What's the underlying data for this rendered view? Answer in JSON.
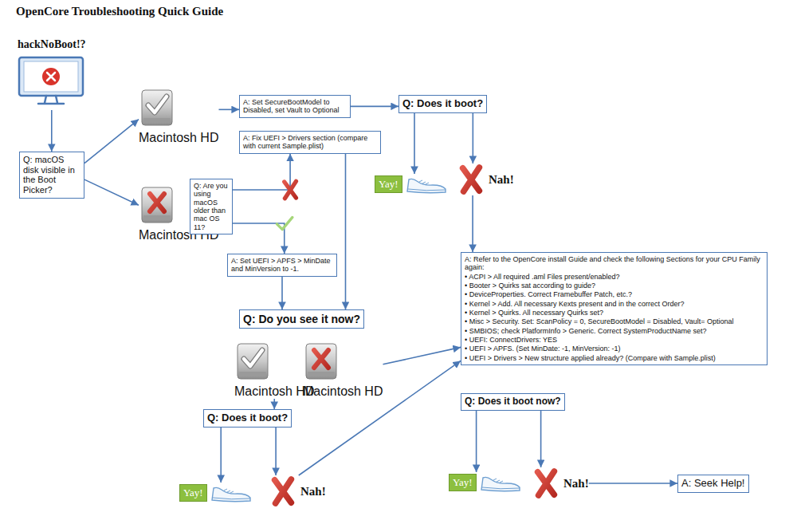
{
  "diagram": {
    "title": "OpenCore Troubleshooting Quick Guide",
    "nodes": [
      {
        "text": [
          "hackNoBoot!?"
        ]
      },
      {
        "text": [
          "Q: macOS disk visible in the Boot Picker?"
        ]
      },
      {
        "text": [
          "Macintosh HD"
        ]
      },
      {
        "text": [
          "Macintosh HD"
        ]
      },
      {
        "text": [
          "A: Set SecureBootModel to Disabled, set Vault to Optional"
        ]
      },
      {
        "text": [
          "A: Fix UEFI > Drivers section (compare with current Sample.plist)"
        ]
      },
      {
        "text": [
          "Q: Are you using macOS older than mac OS 11?"
        ]
      },
      {
        "text": [
          "A: Set UEFI > APFS > MinDate and MinVersion to -1."
        ]
      },
      {
        "text": [
          "Q: Do you see it now?"
        ]
      },
      {
        "text": [
          "Macintosh HD"
        ]
      },
      {
        "text": [
          "Macintosh HD"
        ]
      },
      {
        "text": [
          "Q: Does it boot?"
        ]
      },
      {
        "text": [
          "Yay!"
        ]
      },
      {
        "text": [
          "Nah!"
        ]
      },
      {
        "text": [
          "Q: Does it boot?"
        ]
      },
      {
        "text": [
          "Yay!"
        ]
      },
      {
        "text": [
          "Nah!"
        ]
      },
      {
        "text": [
          "A: Refer to the OpenCore install Guide and check the following Sections for your CPU Family again:",
          "• ACPI > All required .aml Files present/enabled?",
          "• Booter > Quirks sat according to guide?",
          "• DeviceProperties. Correct Framebuffer Patch, etc.?",
          "• Kernel > Add. All necessary Kexts present and in the correct Order?",
          "• Kernel > Quirks. All necessary Quirks set?",
          "• Misc > Security. Set: ScanPolicy = 0, SecureBootModel = Disabled, Vault= Optional",
          "• SMBIOS; check PlatformInfo > Generic. Correct SystemProductName set?",
          "• UEFI: ConnectDrivers: YES",
          "• UEFI > APFS. (Set MinDate: -1, MinVersion: -1)",
          "• UEFI > Drivers > New structure applied already? (Compare with Sample.plist)"
        ]
      },
      {
        "text": [
          "Q: Does it boot now?"
        ]
      },
      {
        "text": [
          "Yay!"
        ]
      },
      {
        "text": [
          "Nah!"
        ]
      },
      {
        "text": [
          "A: Seek Help!"
        ]
      }
    ],
    "edges": [
      {
        "from": 0,
        "to": 1,
        "arrow": "to"
      },
      {
        "from": 1,
        "to": 2,
        "arrow": "to"
      },
      {
        "from": 1,
        "to": 3,
        "arrow": "to"
      },
      {
        "from": 2,
        "to": 4,
        "arrow": "to"
      },
      {
        "from": 4,
        "to": 14,
        "arrow": "to"
      },
      {
        "from": 14,
        "to": 15,
        "arrow": "to"
      },
      {
        "from": 14,
        "to": 16,
        "arrow": "to"
      },
      {
        "from": 16,
        "to": 17,
        "arrow": "to"
      },
      {
        "from": 6,
        "to": 5,
        "arrow": "to"
      },
      {
        "from": 6,
        "to": 7,
        "arrow": "to"
      },
      {
        "from": 7,
        "to": 8,
        "arrow": "to"
      },
      {
        "from": 5,
        "to": 8,
        "arrow": "to"
      },
      {
        "from": 9,
        "to": 11,
        "arrow": "to"
      },
      {
        "from": 11,
        "to": 12,
        "arrow": "to"
      },
      {
        "from": 11,
        "to": 13,
        "arrow": "to"
      },
      {
        "from": 13,
        "to": 17,
        "arrow": "to"
      },
      {
        "from": 10,
        "to": 17,
        "arrow": "to"
      },
      {
        "from": 18,
        "to": 19,
        "arrow": "to"
      },
      {
        "from": 18,
        "to": 20,
        "arrow": "to"
      },
      {
        "from": 20,
        "to": 21,
        "arrow": "to"
      }
    ]
  }
}
